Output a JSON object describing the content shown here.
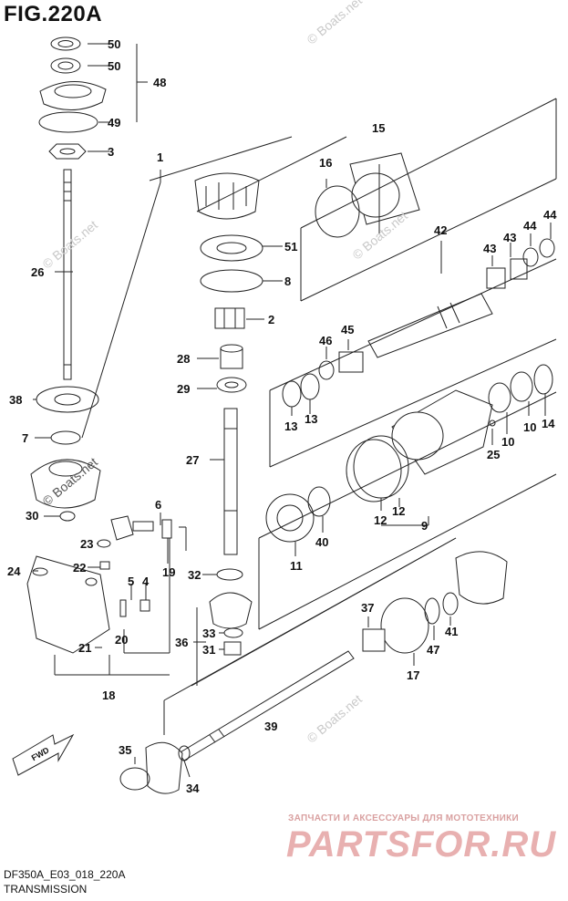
{
  "figure": {
    "title": "FIG.220A",
    "code": "DF350A_E03_018_220A",
    "name": "TRANSMISSION"
  },
  "watermarks": [
    "© Boats.net",
    "© Boats.net",
    "© Boats.net",
    "© Boats.net",
    "© Boats.net"
  ],
  "shop": {
    "tagline": "ЗАПЧАСТИ И АКСЕССУАРЫ ДЛЯ МОТОТЕХНИКИ",
    "logo": "PARTSFOR.RU"
  },
  "fwd_icon": {
    "icon": "fwd-arrow-icon",
    "label": "FWD"
  },
  "colors": {
    "ink": "#222222",
    "watermark": "#c9c9c9",
    "shop_logo": "#e8b0b0"
  },
  "callouts": [
    "50",
    "50",
    "48",
    "49",
    "3",
    "1",
    "26",
    "38",
    "7",
    "30",
    "15",
    "16",
    "42",
    "43",
    "43",
    "44",
    "44",
    "51",
    "8",
    "2",
    "28",
    "29",
    "46",
    "45",
    "13",
    "13",
    "27",
    "6",
    "23",
    "22",
    "5",
    "4",
    "24",
    "19",
    "32",
    "20",
    "21",
    "36",
    "33",
    "31",
    "18",
    "25",
    "10",
    "10",
    "14",
    "12",
    "12",
    "9",
    "11",
    "40",
    "37",
    "47",
    "17",
    "41",
    "39",
    "35",
    "34"
  ]
}
